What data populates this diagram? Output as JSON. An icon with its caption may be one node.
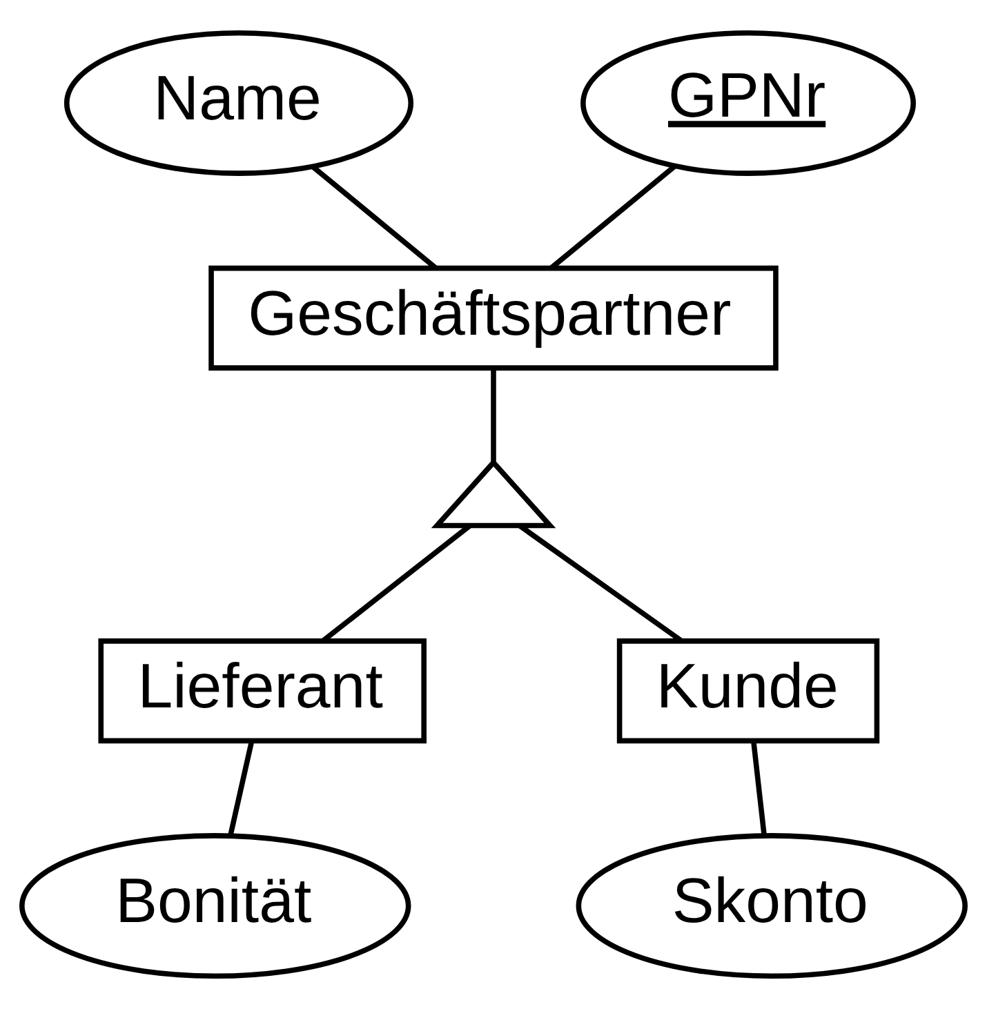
{
  "diagram": {
    "nodes": [
      {
        "text": [
          "Name"
        ]
      },
      {
        "text": [
          "GPNr"
        ]
      },
      {
        "text": [
          "Geschäftspartner"
        ]
      },
      {
        "text": [],
        "shape": "triangle"
      },
      {
        "text": [
          "Lieferant"
        ]
      },
      {
        "text": [
          "Kunde"
        ]
      },
      {
        "text": [
          "Bonität"
        ]
      },
      {
        "text": [
          "Skonto"
        ]
      }
    ],
    "edges": [
      {
        "from": 0,
        "to": 2,
        "arrow": "none"
      },
      {
        "from": 1,
        "to": 2,
        "arrow": "none"
      },
      {
        "from": 2,
        "to": 3,
        "arrow": "none"
      },
      {
        "from": 3,
        "to": 4,
        "arrow": "none"
      },
      {
        "from": 3,
        "to": 5,
        "arrow": "none"
      },
      {
        "from": 4,
        "to": 6,
        "arrow": "none"
      },
      {
        "from": 5,
        "to": 7,
        "arrow": "none"
      }
    ]
  }
}
